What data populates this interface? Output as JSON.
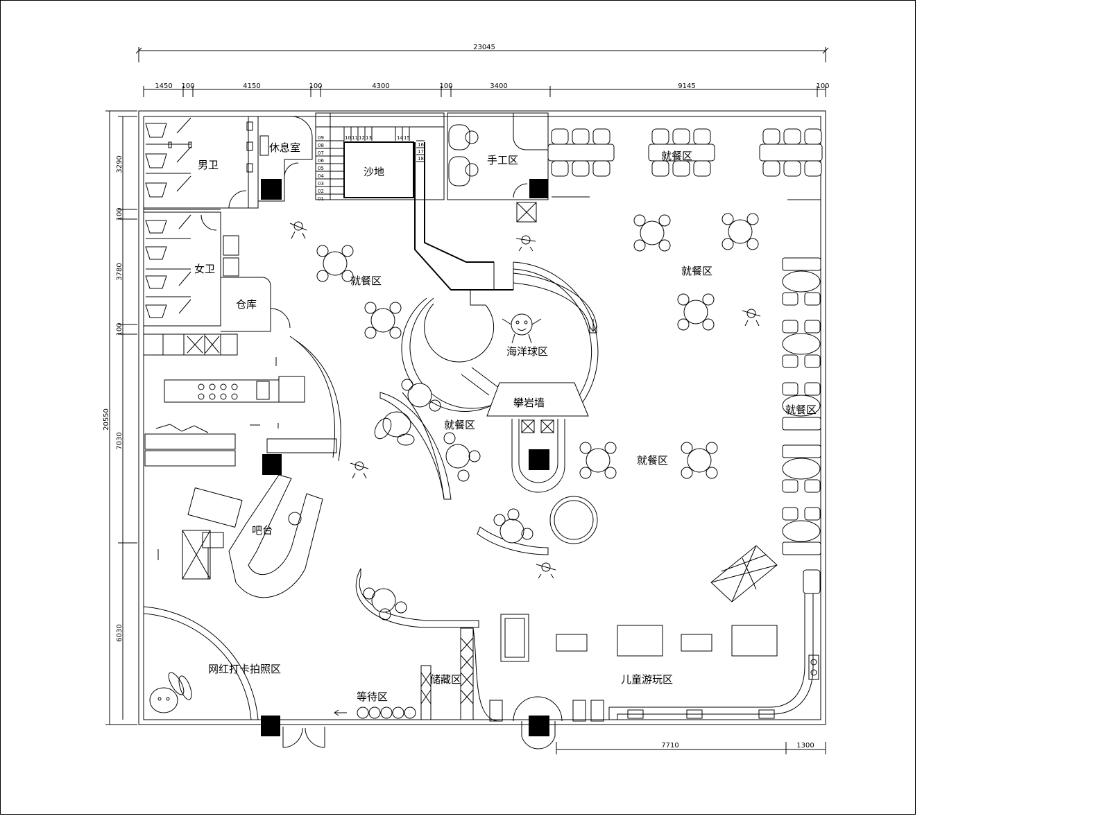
{
  "dimensions": {
    "overall": "23045",
    "top_segments": [
      "1450",
      "100",
      "4150",
      "100",
      "4300",
      "100",
      "3400",
      "9145",
      "100"
    ],
    "left_segments": [
      "3290",
      "100",
      "3780",
      "100",
      "7030",
      "6030"
    ],
    "left_total": "20550",
    "bottom_segments": [
      "7710",
      "1300"
    ]
  },
  "rooms": {
    "men_wc": "男卫",
    "women_wc": "女卫",
    "changing_room": "休息室",
    "sand_pit": "沙地",
    "craft_area": "手工区",
    "storage": "仓库",
    "ball_pool": "海洋球区",
    "climbing_wall": "攀岩墙",
    "bar_counter": "吧台",
    "photo_area": "网红打卡拍照区",
    "waiting_area": "等待区",
    "stock_area": "储藏区",
    "kids_play": "儿童游玩区",
    "dining": [
      "就餐区",
      "就餐区",
      "就餐区",
      "就餐区",
      "就餐区",
      "就餐区"
    ]
  },
  "stair_numbers": [
    "09",
    "08",
    "07",
    "06",
    "05",
    "04",
    "03",
    "02",
    "01",
    "10",
    "11",
    "12",
    "13",
    "14",
    "15",
    "16",
    "17",
    "18"
  ]
}
